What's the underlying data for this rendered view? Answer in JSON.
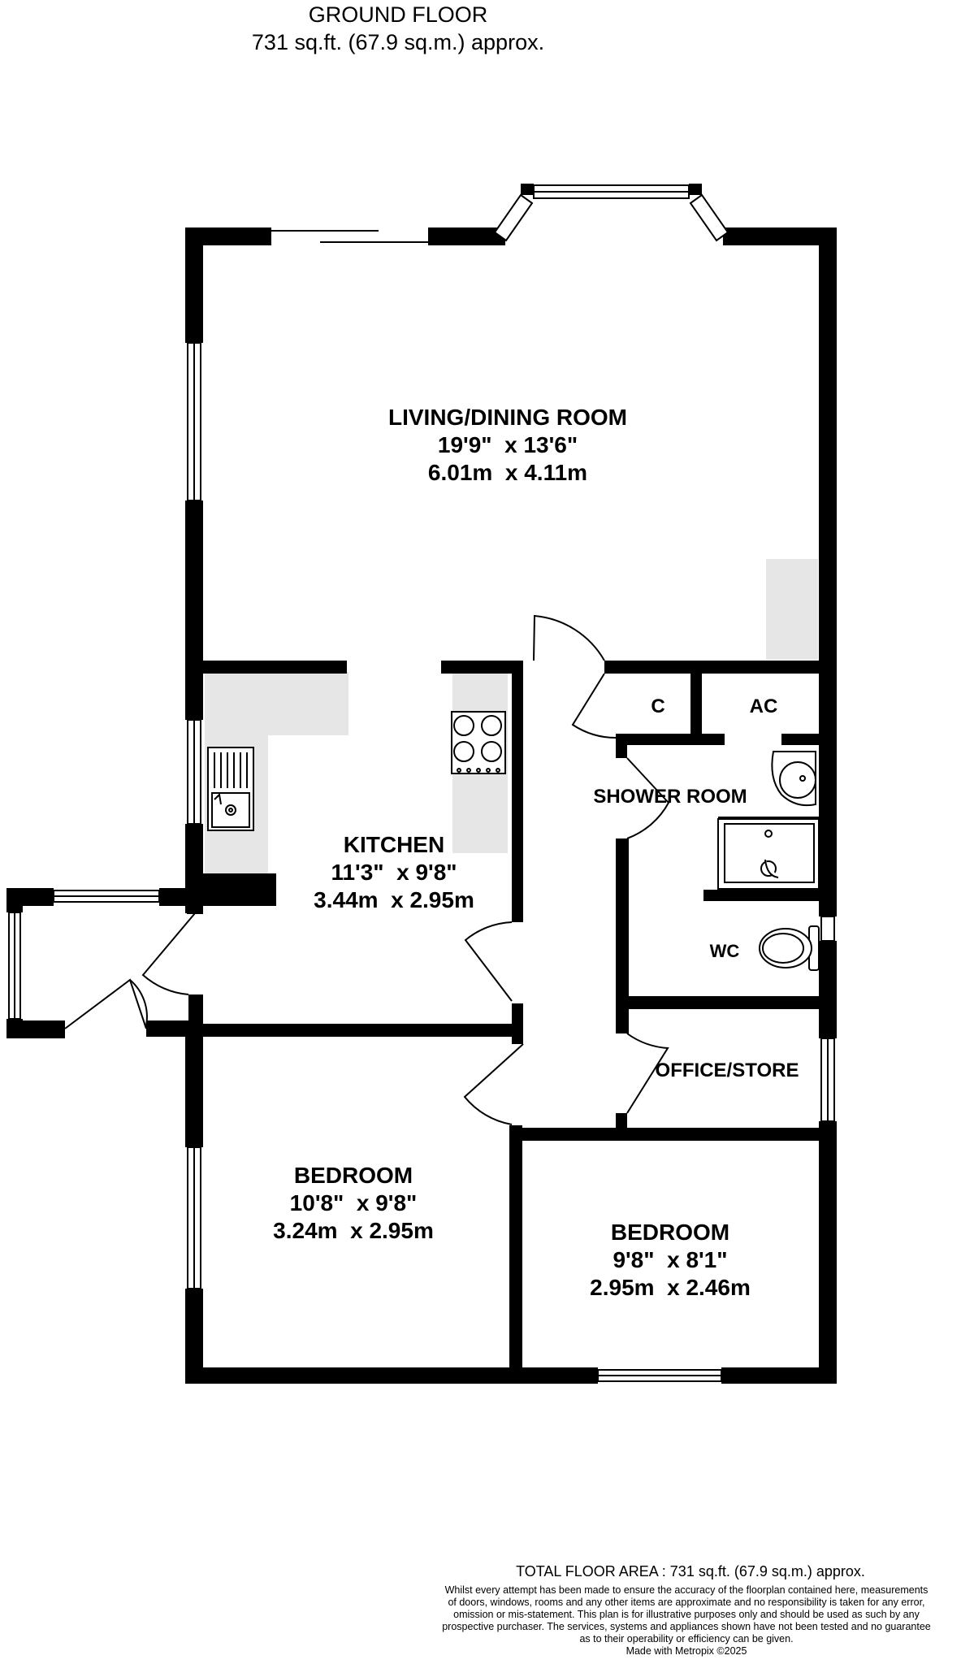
{
  "header": {
    "floor_name": "GROUND FLOOR",
    "area": "731 sq.ft. (67.9 sq.m.) approx."
  },
  "rooms": {
    "living": {
      "name": "LIVING/DINING ROOM",
      "imperial": "19'9\"  x 13'6\"",
      "metric": "6.01m  x 4.11m"
    },
    "kitchen": {
      "name": "KITCHEN",
      "imperial": "11'3\"  x 9'8\"",
      "metric": "3.44m  x 2.95m"
    },
    "bedroom1": {
      "name": "BEDROOM",
      "imperial": "10'8\"  x 9'8\"",
      "metric": "3.24m  x 2.95m"
    },
    "bedroom2": {
      "name": "BEDROOM",
      "imperial": "9'8\"  x 8'1\"",
      "metric": "2.95m  x 2.46m"
    },
    "cupboard": {
      "name": "C"
    },
    "airing": {
      "name": "AC"
    },
    "shower": {
      "name": "SHOWER ROOM"
    },
    "wc": {
      "name": "WC"
    },
    "office": {
      "name": "OFFICE/STORE"
    }
  },
  "footer": {
    "total": "TOTAL FLOOR AREA : 731 sq.ft. (67.9 sq.m.) approx.",
    "disclaimer_lines": [
      "Whilst every attempt has been made to ensure the accuracy of the floorplan contained here, measurements",
      "of doors, windows, rooms and any other items are approximate and no responsibility is taken for any error,",
      "omission or mis-statement. This plan is for illustrative purposes only and should be used as such by any",
      "prospective purchaser. The services, systems and appliances shown have not been tested and no guarantee",
      "as to their operability or efficiency can be given."
    ],
    "credit": "Made with Metropix ©2025"
  },
  "colors": {
    "wall": "#000000",
    "fixture_fill": "#e6e6e6",
    "background": "#ffffff"
  }
}
